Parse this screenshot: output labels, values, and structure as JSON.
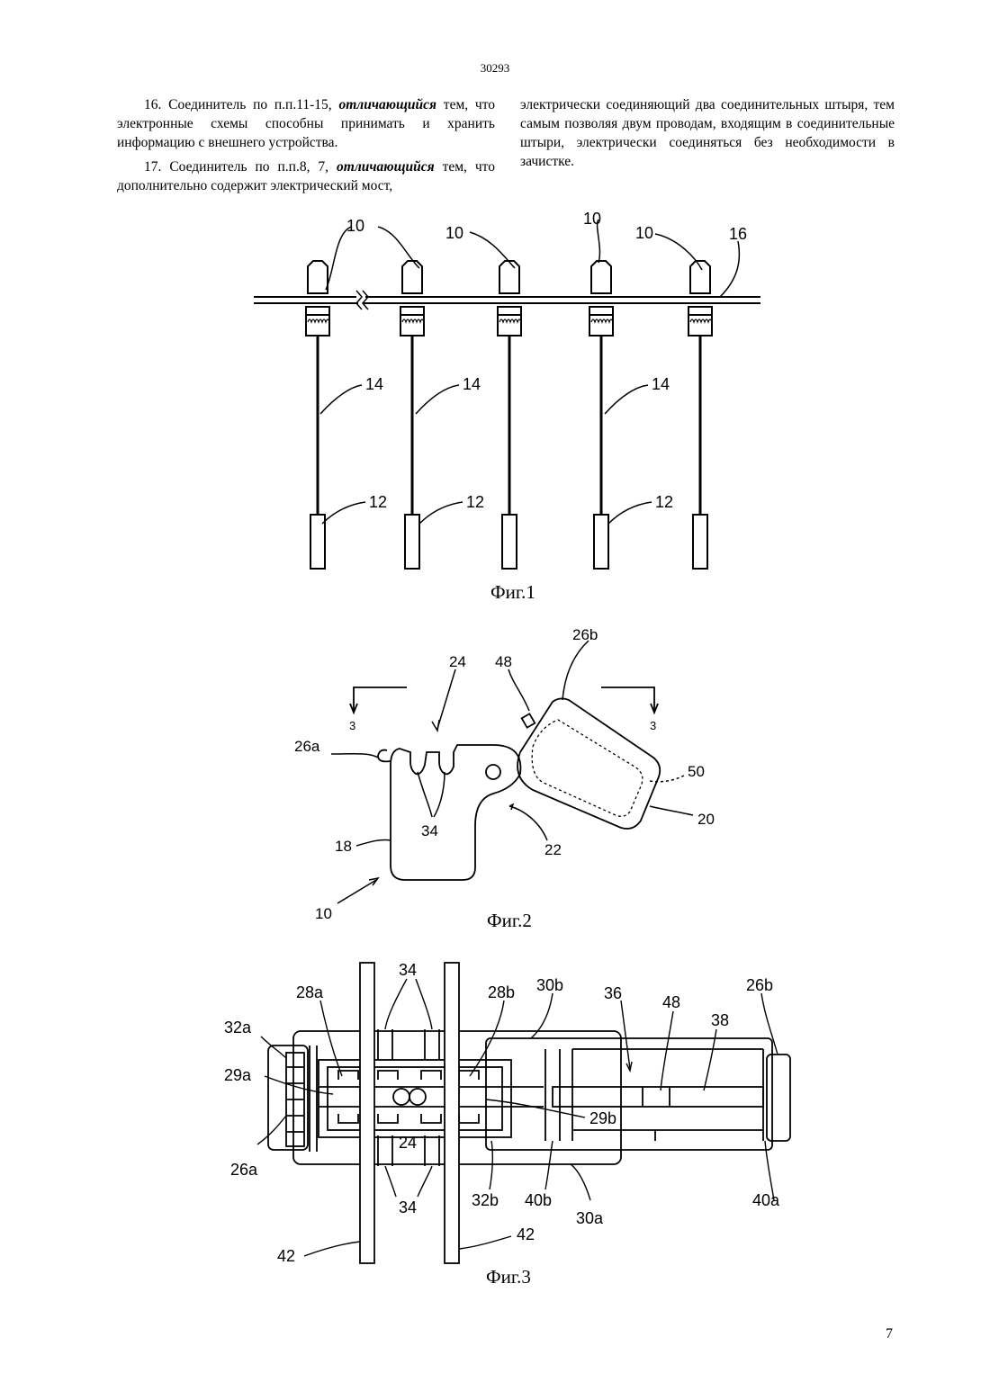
{
  "header": {
    "doc_number": "30293"
  },
  "claims": {
    "c16": {
      "start": "16. Соединитель по п.п.11-15, ",
      "emph": "отличающийся",
      "rest": " тем, что электронные схемы способны принимать и хранить информацию с внешнего устройства."
    },
    "c17": {
      "start": "17. Соединитель по п.п.8, 7, ",
      "emph": "отличающийся",
      "rest": " тем, что дополнительно содержит электрический мост,"
    },
    "c17_cont": "электрически соединяющий два соединительных штыря, тем самым позволяя двум проводам, входящим в соединительные штыри, электрически соединяться без необходимости в зачистке."
  },
  "figures": {
    "fig1": {
      "caption": "Фиг.1",
      "labels": {
        "connector": "10",
        "main_wire": "16",
        "branch_wire": "14",
        "end_unit": "12"
      }
    },
    "fig2": {
      "caption": "Фиг.2",
      "labels": {
        "l24": "24",
        "l48": "48",
        "l26b": "26b",
        "l3a": "3",
        "l3b": "3",
        "l26a": "26a",
        "l50": "50",
        "l20": "20",
        "l18": "18",
        "l34": "34",
        "l22": "22",
        "l10": "10"
      }
    },
    "fig3": {
      "caption": "Фиг.3",
      "labels": {
        "l34top": "34",
        "l28a": "28a",
        "l28b": "28b",
        "l30b": "30b",
        "l36": "36",
        "l48": "48",
        "l26b": "26b",
        "l38": "38",
        "l32a": "32a",
        "l29a": "29a",
        "l29b": "29b",
        "l24": "24",
        "l26a": "26a",
        "l32b": "32b",
        "l40b": "40b",
        "l30a": "30a",
        "l40a": "40a",
        "l34bot": "34",
        "l42a": "42",
        "l42b": "42"
      }
    }
  },
  "footer": {
    "page": "7"
  }
}
